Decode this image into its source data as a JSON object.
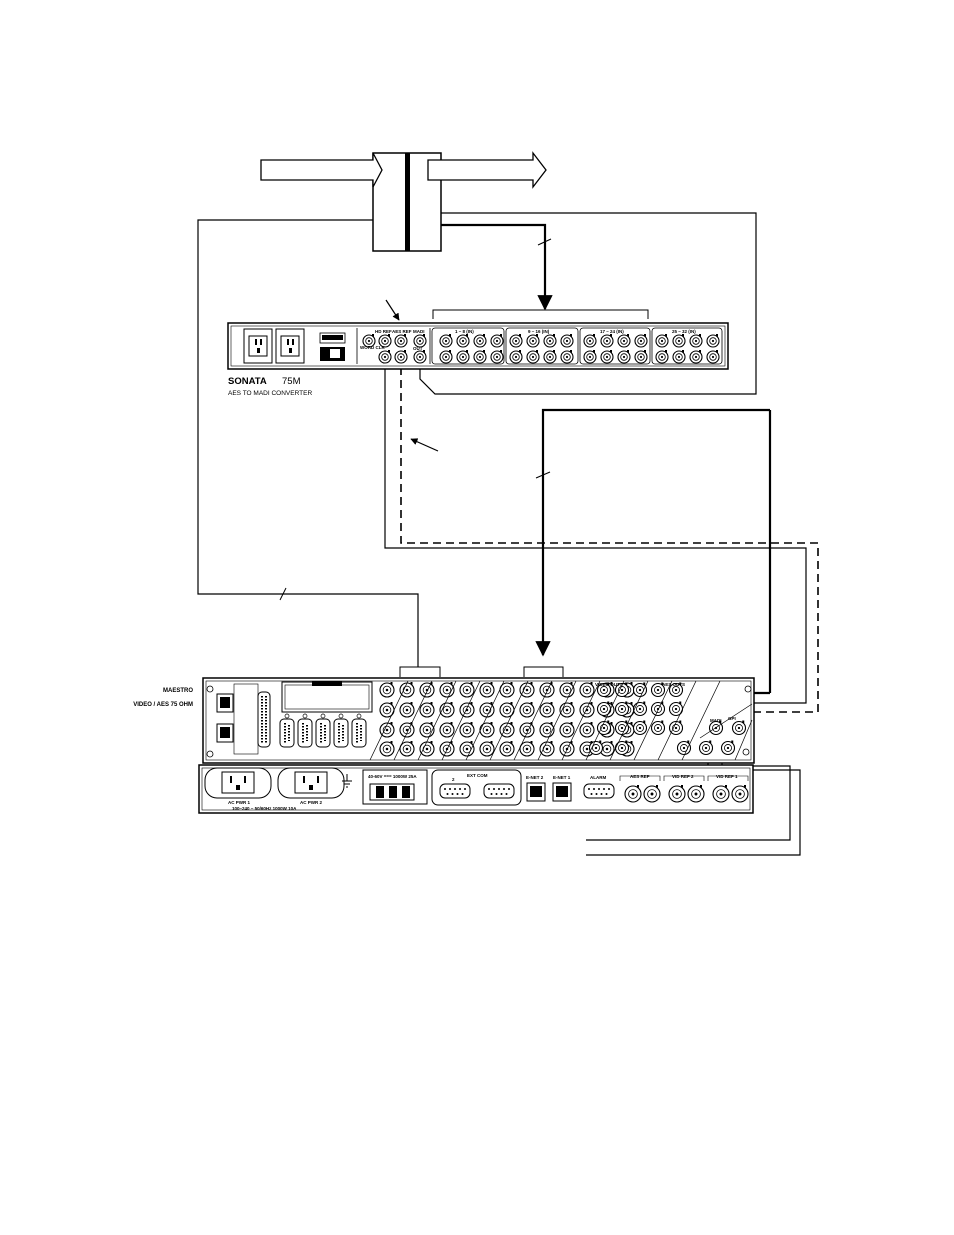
{
  "sonata": {
    "brand": "SONATA",
    "model": "75M",
    "subtitle": "AES TO MADI CONVERTER",
    "labels": {
      "word_clk": "WORD CLK",
      "ext_ref": "HD REF",
      "aes_ref": "AES REF",
      "madi": "MADI",
      "madi_out": "OUT",
      "group_1": "1 – 8 (IN)",
      "group_2": "9 – 16 (IN)",
      "group_3": "17 – 24 (IN)",
      "group_4": "25 – 32 (IN)"
    }
  },
  "maestro": {
    "name": "MAESTRO",
    "variant": "VIDEO / AES 75 OHM",
    "labels": {
      "ac_pwr_1": "AC PWR 1",
      "ac_pwr_2": "AC PWR 2",
      "ac_rating": "100–240 ~ 50/60Hz 1000W 10A",
      "dc_rating": "40-60V === 1000W 25A",
      "ext_com": "EXT COM",
      "ext_com_2": "2",
      "enet_2": "E-NET 2",
      "enet_1": "E-NET 1",
      "alarm": "ALARM",
      "aes_ref": "AES REF",
      "vid_ref_2": "VID REF 2",
      "vid_ref_1": "VID REF 1",
      "video_outs": "VIDEO OUTS",
      "madi": "MADI",
      "gpi": "GPI",
      "aes_outs": "AES OUTS"
    }
  }
}
